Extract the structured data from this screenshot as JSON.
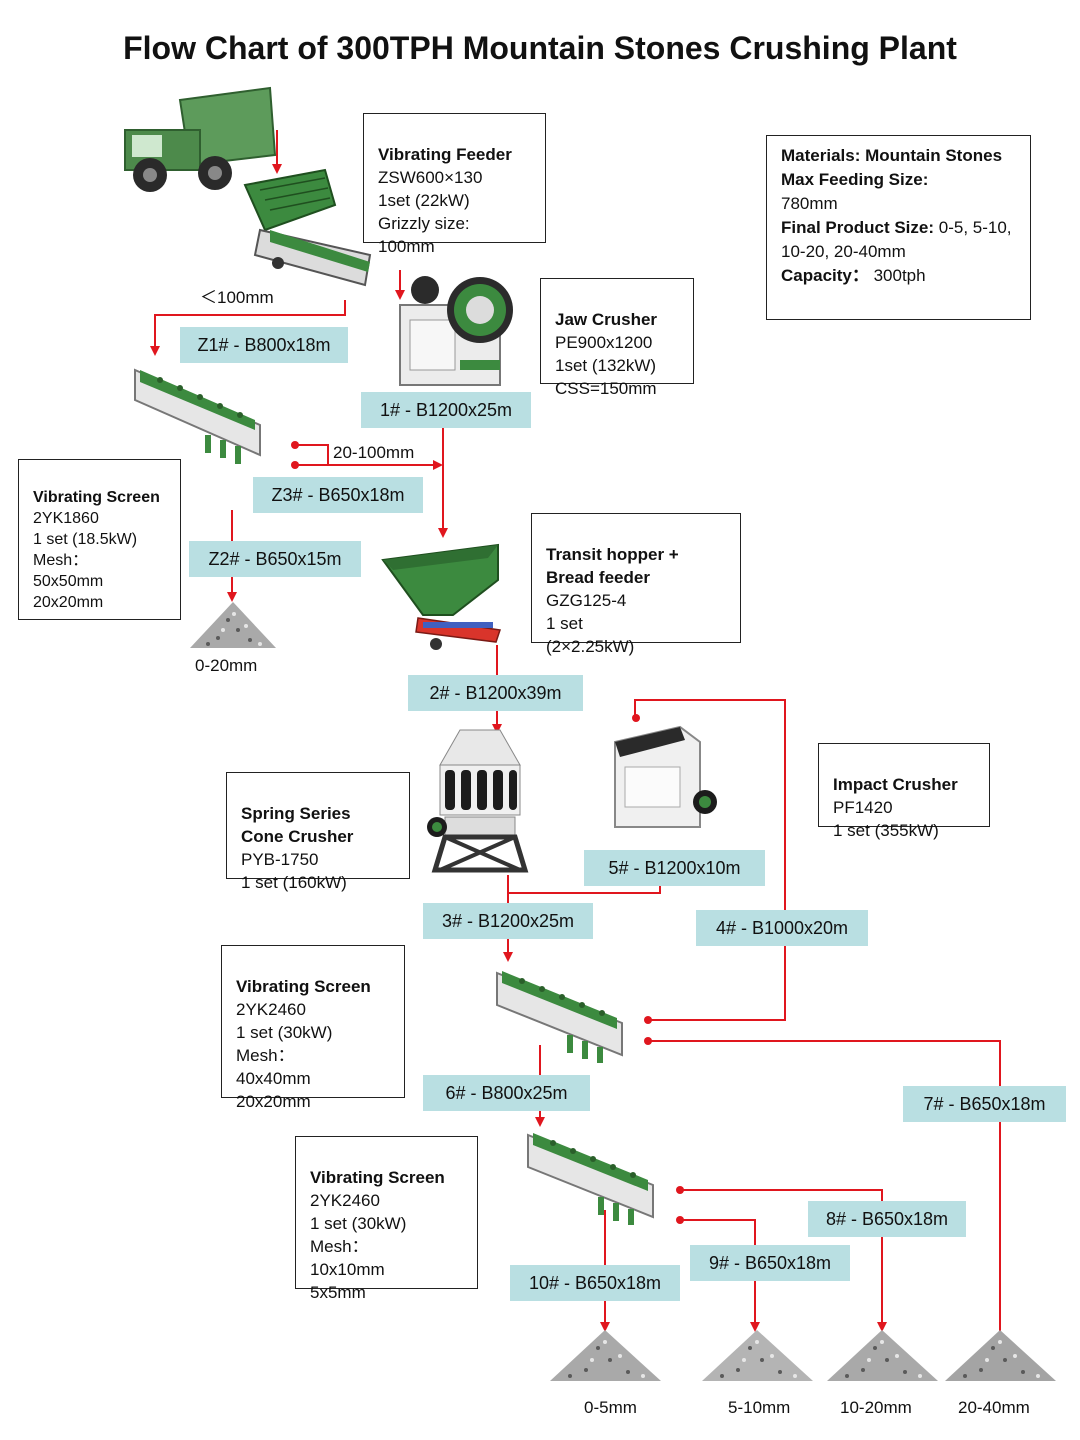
{
  "title": "Flow Chart of 300TPH Mountain Stones Crushing Plant",
  "colors": {
    "arrow": "#e0161e",
    "belt": "#b9dfe2",
    "machine_green": "#3c8a3f"
  },
  "boxes": {
    "feeder": {
      "name": "Vibrating Feeder",
      "spec": "ZSW600×130\n1set  (22kW)\nGrizzly size:\n100mm"
    },
    "jaw": {
      "name": "Jaw Crusher",
      "spec": "PE900x1200\n1set  (132kW)\nCSS=150mm"
    },
    "materials": {
      "materials_label": "Materials: Mountain Stones",
      "max_label": "Max Feeding Size:",
      "max_value": "780mm",
      "final_label": "Final Product Size:",
      "final_value": " 0-5, 5-10, 10-20, 20-40mm",
      "capacity_label": "Capacity：",
      "capacity_value": "  300tph"
    },
    "screen1": {
      "name": "Vibrating Screen",
      "spec": "2YK1860\n1 set  (18.5kW)\nMesh：\n        50x50mm\n        20x20mm"
    },
    "hopper": {
      "name": "Transit hopper + Bread feeder",
      "spec": "GZG125-4\n1 set\n(2×2.25kW)"
    },
    "cone": {
      "name": "Spring Series Cone Crusher",
      "spec": "PYB-1750\n1 set  (160kW)"
    },
    "impact": {
      "name": "Impact Crusher",
      "spec": "PF1420\n1 set  (355kW)"
    },
    "screen2": {
      "name": "Vibrating Screen",
      "spec": "2YK2460\n1 set  (30kW)\nMesh：\n          40x40mm\n          20x20mm"
    },
    "screen3": {
      "name": "Vibrating Screen",
      "spec": "2YK2460\n1 set  (30kW)\nMesh：\n          10x10mm\n           5x5mm"
    }
  },
  "belts": {
    "z1": "Z1# - B800x18m",
    "b1": "1# - B1200x25m",
    "z3": "Z3# - B650x18m",
    "z2": "Z2# - B650x15m",
    "b2": "2# - B1200x39m",
    "b5": "5# - B1200x10m",
    "b3": "3# - B1200x25m",
    "b4": "4# - B1000x20m",
    "b6": "6# - B800x25m",
    "b7": "7# - B650x18m",
    "b8": "8# - B650x18m",
    "b9": "9# - B650x18m",
    "b10": "10# - B650x18m"
  },
  "labels": {
    "under100": "＜100mm",
    "range20_100": "20-100mm",
    "p0_20": "0-20mm",
    "p0_5": "0-5mm",
    "p5_10": "5-10mm",
    "p10_20": "10-20mm",
    "p20_40": "20-40mm"
  }
}
